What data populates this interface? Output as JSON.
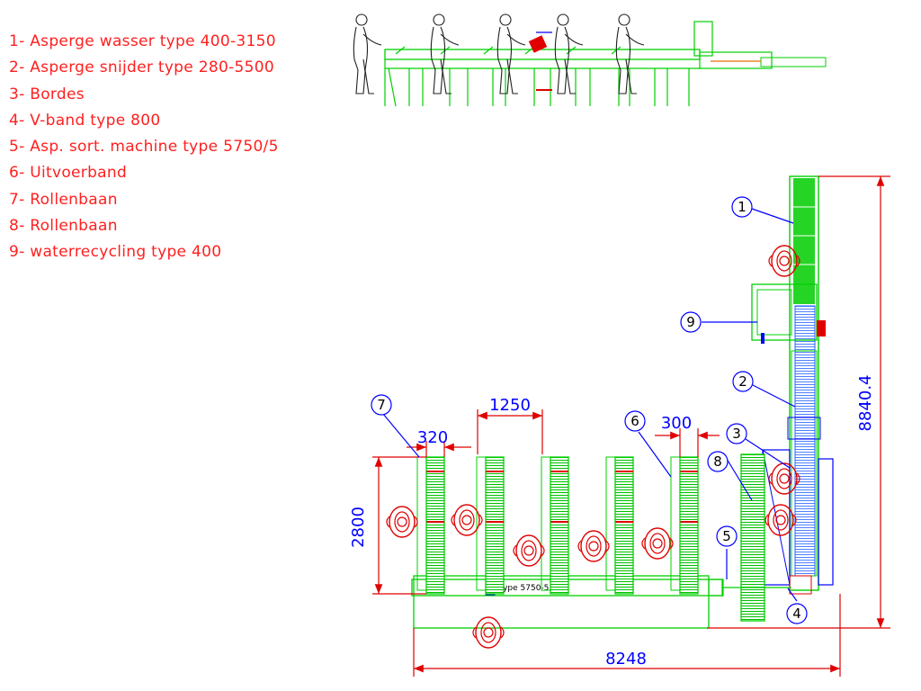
{
  "legend": {
    "items": [
      "1- Asperge wasser type 400-3150",
      "2- Asperge snijder type 280-5500",
      "3- Bordes",
      "4- V-band type 800",
      "5- Asp. sort. machine type 5750/5",
      "6- Uitvoerband",
      "7- Rollenbaan",
      "8- Rollenbaan",
      "9- waterrecycling type 400"
    ]
  },
  "balloons": [
    "1",
    "9",
    "2",
    "3",
    "8",
    "6",
    "7",
    "5",
    "4"
  ],
  "dimensions": {
    "d1250": "1250",
    "d320": "320",
    "d300": "300",
    "d2800": "2800",
    "d8840": "8840.4",
    "d8248": "8248"
  },
  "machine_label": "Type 5750-5",
  "colors": {
    "legend_text": "#ff2020",
    "frame": "#00e000",
    "dimension": "#e00000",
    "balloon": "#0000ff",
    "operator": "#202020"
  }
}
